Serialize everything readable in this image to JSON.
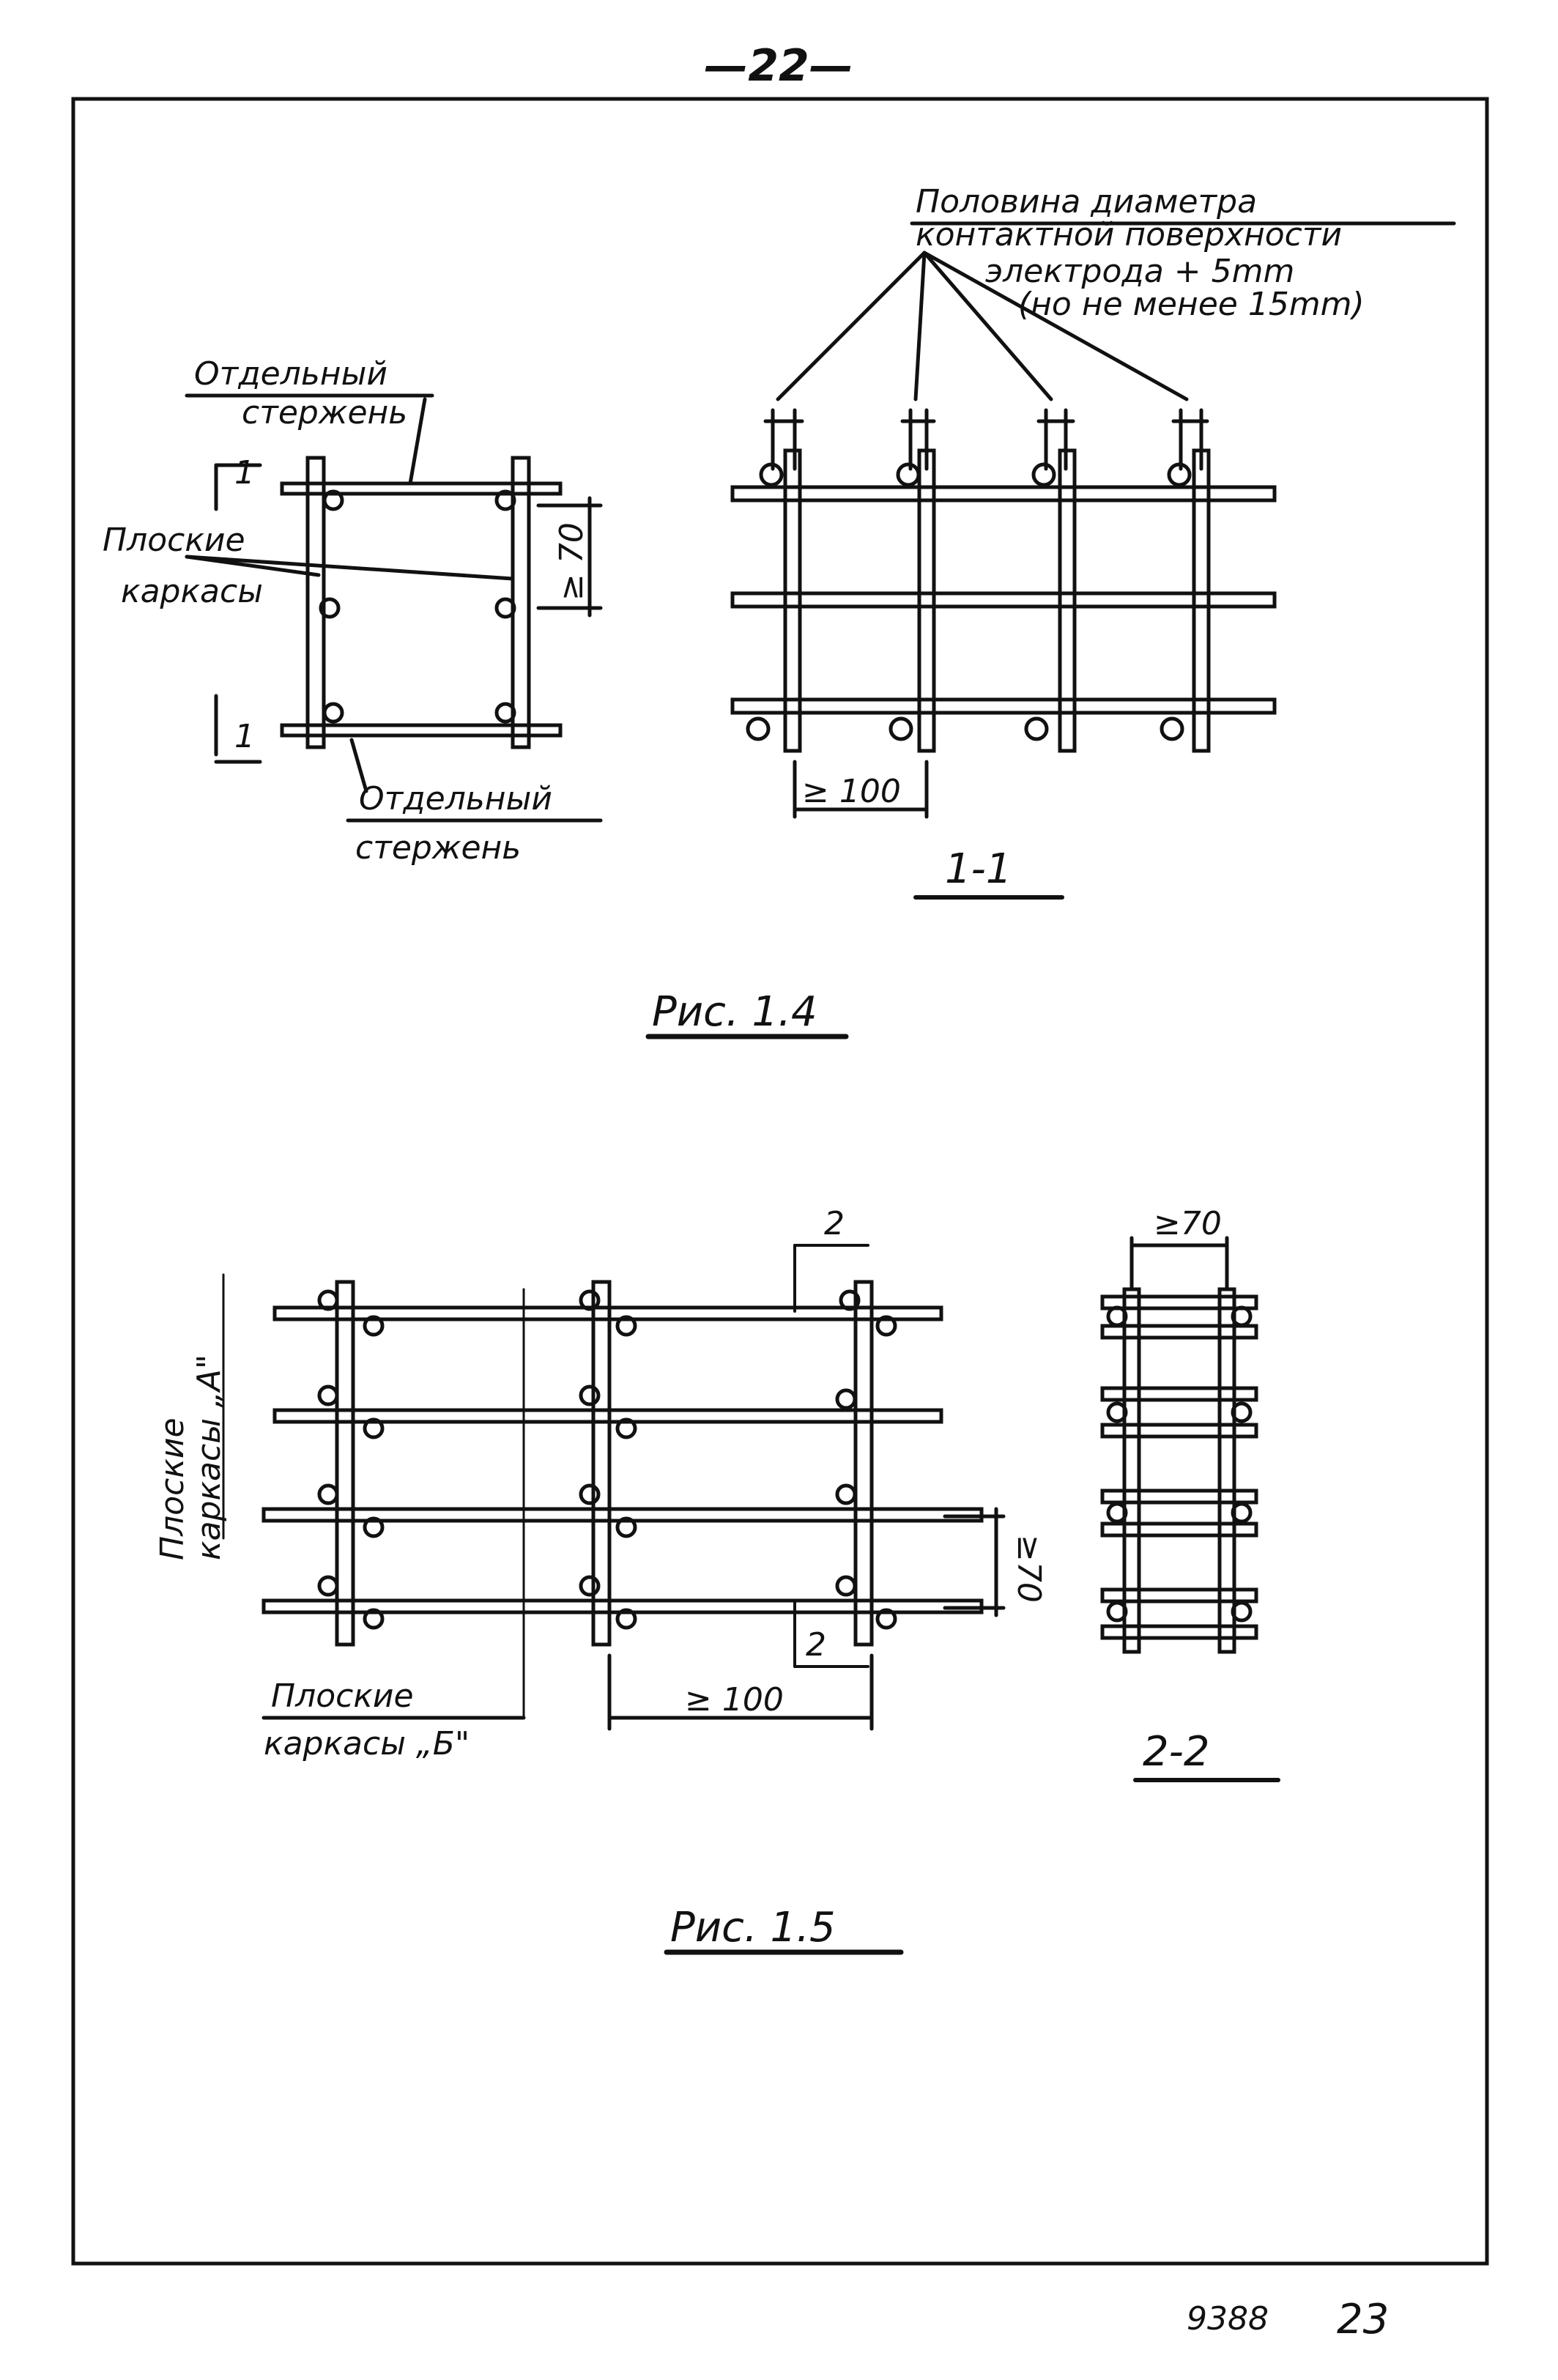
{
  "page": {
    "number": "—22—",
    "footer_code": "9388",
    "footer_page": "23"
  },
  "fig14": {
    "caption": "Рис. 1.4",
    "label_separate_rod_top_1": "Отдельный",
    "label_separate_rod_top_2": "стержень",
    "label_flat_frames_1": "Плоские",
    "label_flat_frames_2": "каркасы",
    "label_separate_rod_bottom_1": "Отдельный",
    "label_separate_rod_bottom_2": "стержень",
    "dim_ge70": "≥ 70",
    "section_mark": "1",
    "section_caption": "1-1",
    "note_line1": "Половина диаметра",
    "note_line2": "контактной поверхности",
    "note_line3": "электрода + 5mm",
    "note_line4": "(но не менее 15mm)",
    "dim_ge100": "≥ 100"
  },
  "fig15": {
    "caption": "Рис. 1.5",
    "label_frames_a_1": "Плоские",
    "label_frames_a_2": "каркасы „А\"",
    "label_frames_b_1": "Плоские",
    "label_frames_b_2": "каркасы „Б\"",
    "dim_ge70_side": "≥70",
    "dim_ge100": "≥ 100",
    "section_mark": "2",
    "section_caption": "2-2",
    "dim_ge70_section": "≥70"
  },
  "colors": {
    "ink": "#111111",
    "paper": "#ffffff"
  }
}
